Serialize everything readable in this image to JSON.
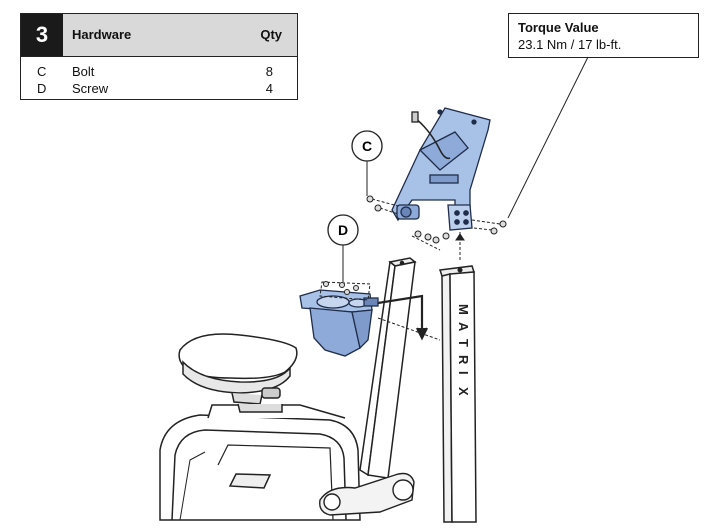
{
  "hardware_table": {
    "step": "3",
    "title": "Hardware",
    "qty_header": "Qty",
    "rows": [
      {
        "id": "C",
        "name": "Bolt",
        "qty": "8"
      },
      {
        "id": "D",
        "name": "Screw",
        "qty": "4"
      }
    ]
  },
  "torque": {
    "title": "Torque Value",
    "value": "23.1 Nm / 17 lb-ft."
  },
  "callouts": {
    "c": "C",
    "d": "D"
  },
  "upright_logo": [
    "M",
    "A",
    "T",
    "R",
    "I",
    "X"
  ],
  "colors": {
    "part_blue": "#a8c1e6",
    "part_outline": "#1f2d4a",
    "header_gray": "#d9d9d9"
  }
}
